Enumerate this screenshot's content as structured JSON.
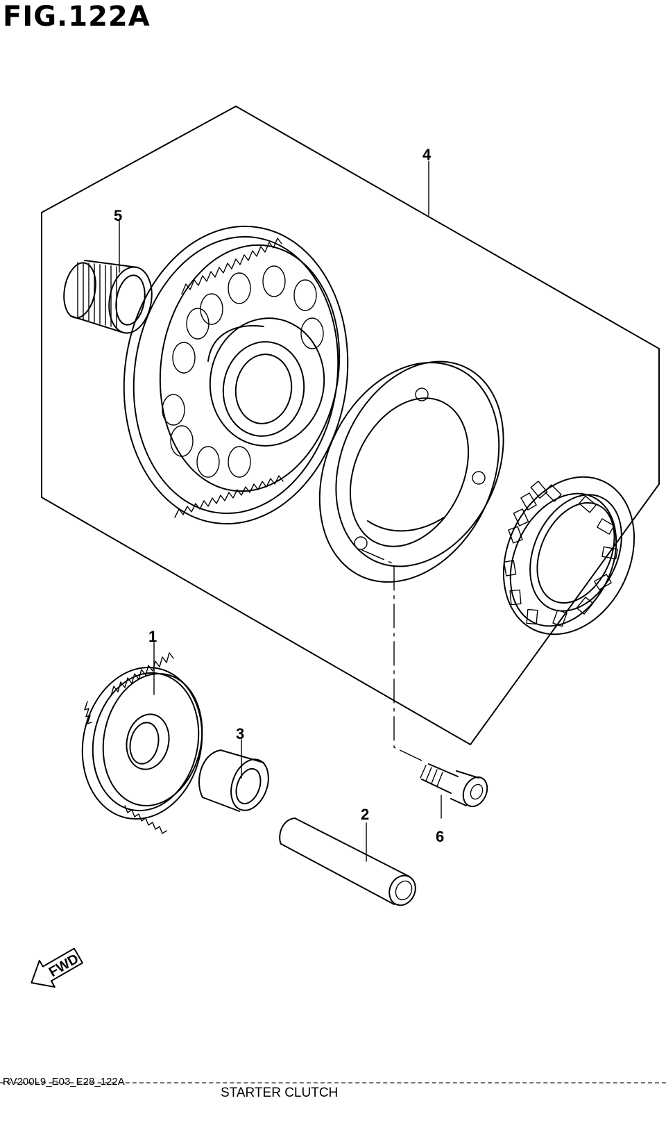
{
  "figure": {
    "title": "FIG.122A",
    "caption": "STARTER CLUTCH",
    "code": "RV200L9_E03_E28_122A"
  },
  "callouts": [
    {
      "id": "1",
      "label": "1",
      "part": "starter-driven-gear"
    },
    {
      "id": "2",
      "label": "2",
      "part": "shaft"
    },
    {
      "id": "3",
      "label": "3",
      "part": "bushing"
    },
    {
      "id": "4",
      "label": "4",
      "part": "starter-clutch-assy"
    },
    {
      "id": "5",
      "label": "5",
      "part": "needle-bearing"
    },
    {
      "id": "6",
      "label": "6",
      "part": "bolt"
    }
  ],
  "badge": {
    "label": "FWD",
    "icon": "fwd-arrow-icon"
  },
  "colors": {
    "ink": "#000000",
    "paper": "#ffffff"
  }
}
